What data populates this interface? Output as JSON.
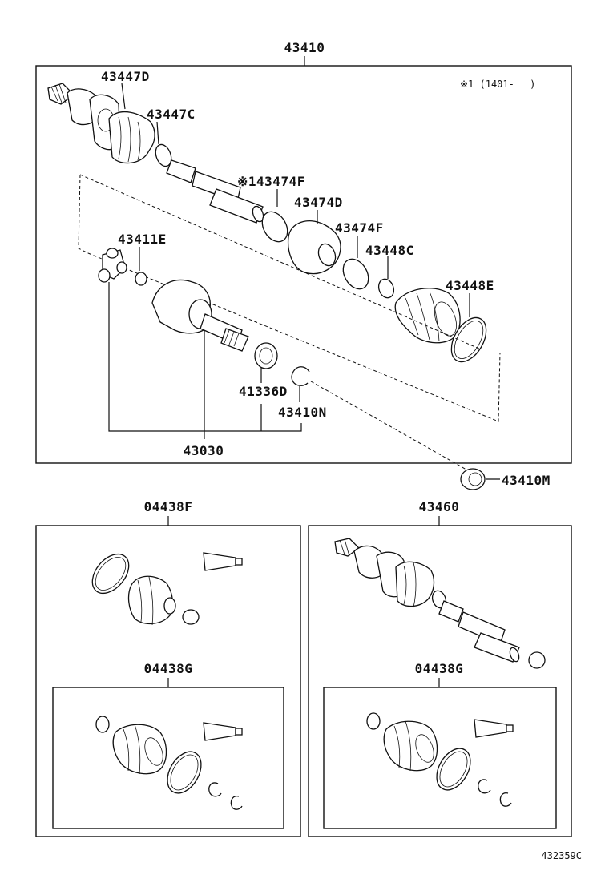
{
  "diagram": {
    "labels": {
      "shaft_assy": "43410",
      "outer_boot": "43447D",
      "outer_band": "43447C",
      "damper_band_a": "※143474F",
      "damper": "43474D",
      "damper_band_b": "43474F",
      "inner_band_small": "43448C",
      "inner_band_large": "43448E",
      "tripod": "43411E",
      "inner_joint": "43030",
      "oil_seal": "41336D",
      "snap_ring": "43410N",
      "dust_cover": "43410M",
      "boot_kit_inner": "04438F",
      "boot_kit_outer_left": "04438G",
      "outer_joint_assy": "43460",
      "boot_kit_outer_right": "04438G"
    },
    "note": "※1 (1401-　 )",
    "figure_code": "432359C"
  }
}
